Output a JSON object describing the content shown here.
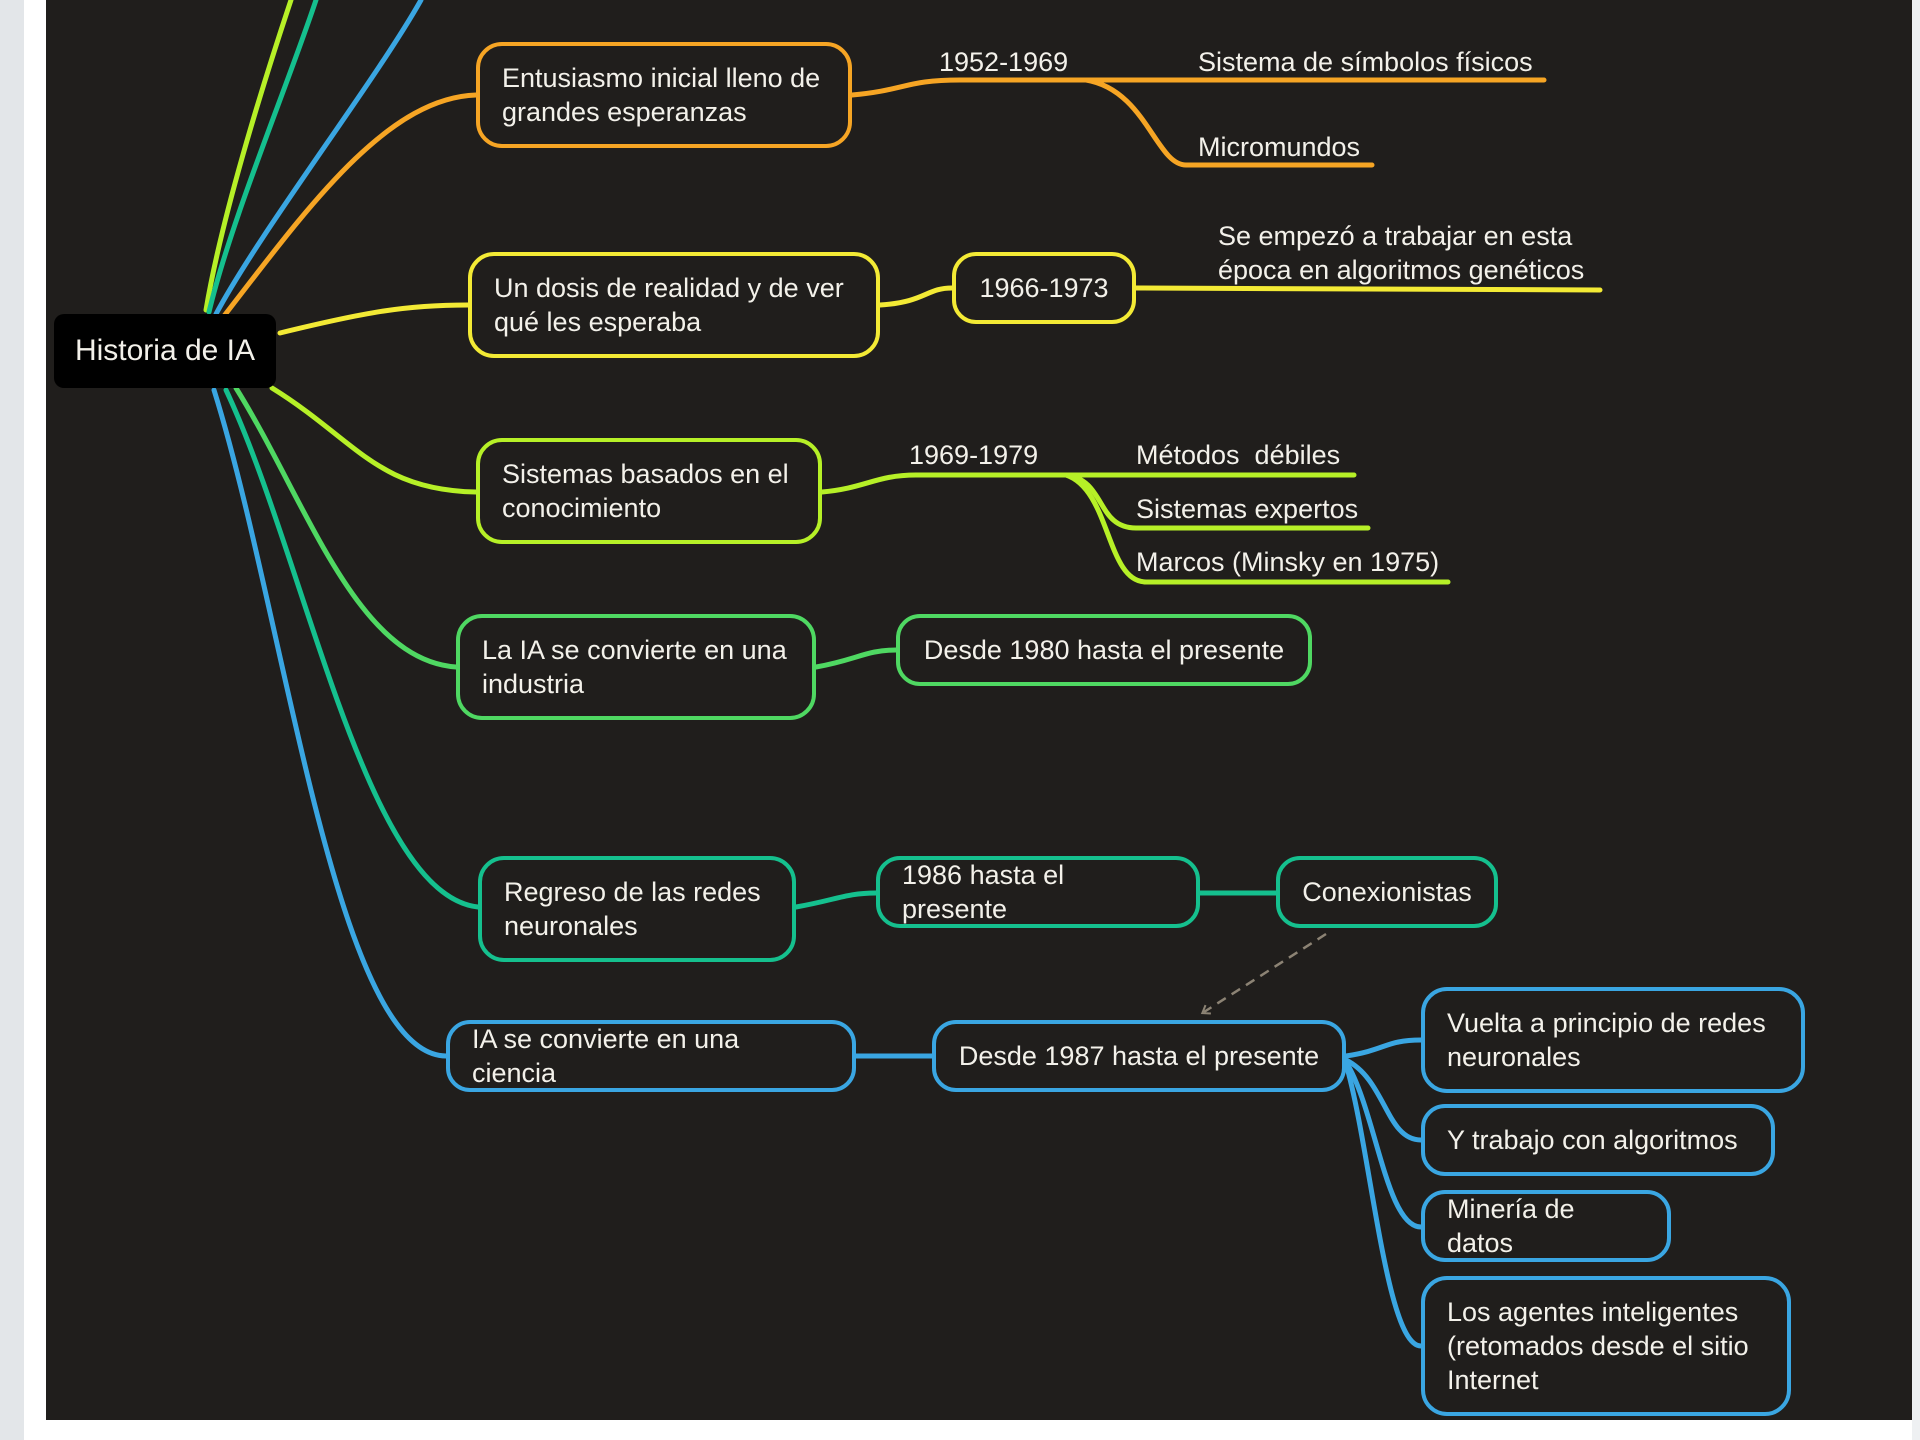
{
  "root": "Historia de IA",
  "colors": {
    "orange": "#f6a524",
    "yellow": "#f3ea35",
    "lime": "#b6f027",
    "green": "#4fd862",
    "teal": "#15c08e",
    "blue": "#3aa6e2",
    "dashed": "#8c8374"
  },
  "branches": {
    "entusiasmo": {
      "label": "Entusiasmo inicial lleno de grandes esperanzas",
      "period": "1952-1969",
      "items": [
        "Sistema de símbolos físicos",
        "Micromundos"
      ]
    },
    "realidad": {
      "label": "Un dosis de realidad y de ver qué les esperaba",
      "period": "1966-1973",
      "items": [
        "Se empezó a trabajar en esta época en algoritmos genéticos"
      ]
    },
    "conocimiento": {
      "label": "Sistemas basados en el conocimiento",
      "period": "1969-1979",
      "items": [
        "Métodos  débiles",
        "Sistemas expertos",
        "Marcos (Minsky en 1975)"
      ]
    },
    "industria": {
      "label": "La IA se convierte en una industria",
      "period": "Desde 1980 hasta el presente"
    },
    "redes": {
      "label": "Regreso de las redes neuronales",
      "period": "1986 hasta el presente",
      "child": "Conexionistas"
    },
    "ciencia": {
      "label": "IA se convierte en una ciencia",
      "period": "Desde 1987 hasta el presente",
      "items": [
        "Vuelta a principio de redes neuronales",
        "Y trabajo con algoritmos",
        "Minería de datos",
        "Los agentes inteligentes (retomados desde el sitio Internet"
      ]
    }
  }
}
